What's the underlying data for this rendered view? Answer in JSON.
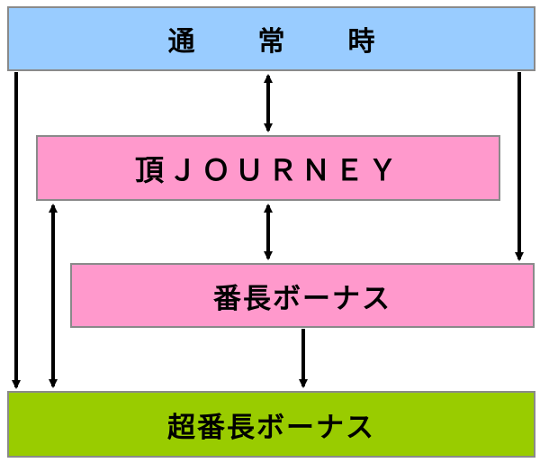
{
  "diagram": {
    "boxes": {
      "normal": {
        "label": "通　常　時",
        "color": "#99ccff"
      },
      "journey": {
        "label": "頂ＪＯＵＲＮＥＹ",
        "color": "#ff99cc"
      },
      "bancho_bonus": {
        "label": "番長ボーナス",
        "color": "#ff99cc"
      },
      "super_bancho_bonus": {
        "label": "超番長ボーナス",
        "color": "#99cc00"
      }
    },
    "border_color": "#8a8a8a",
    "arrow_color": "#000000"
  }
}
